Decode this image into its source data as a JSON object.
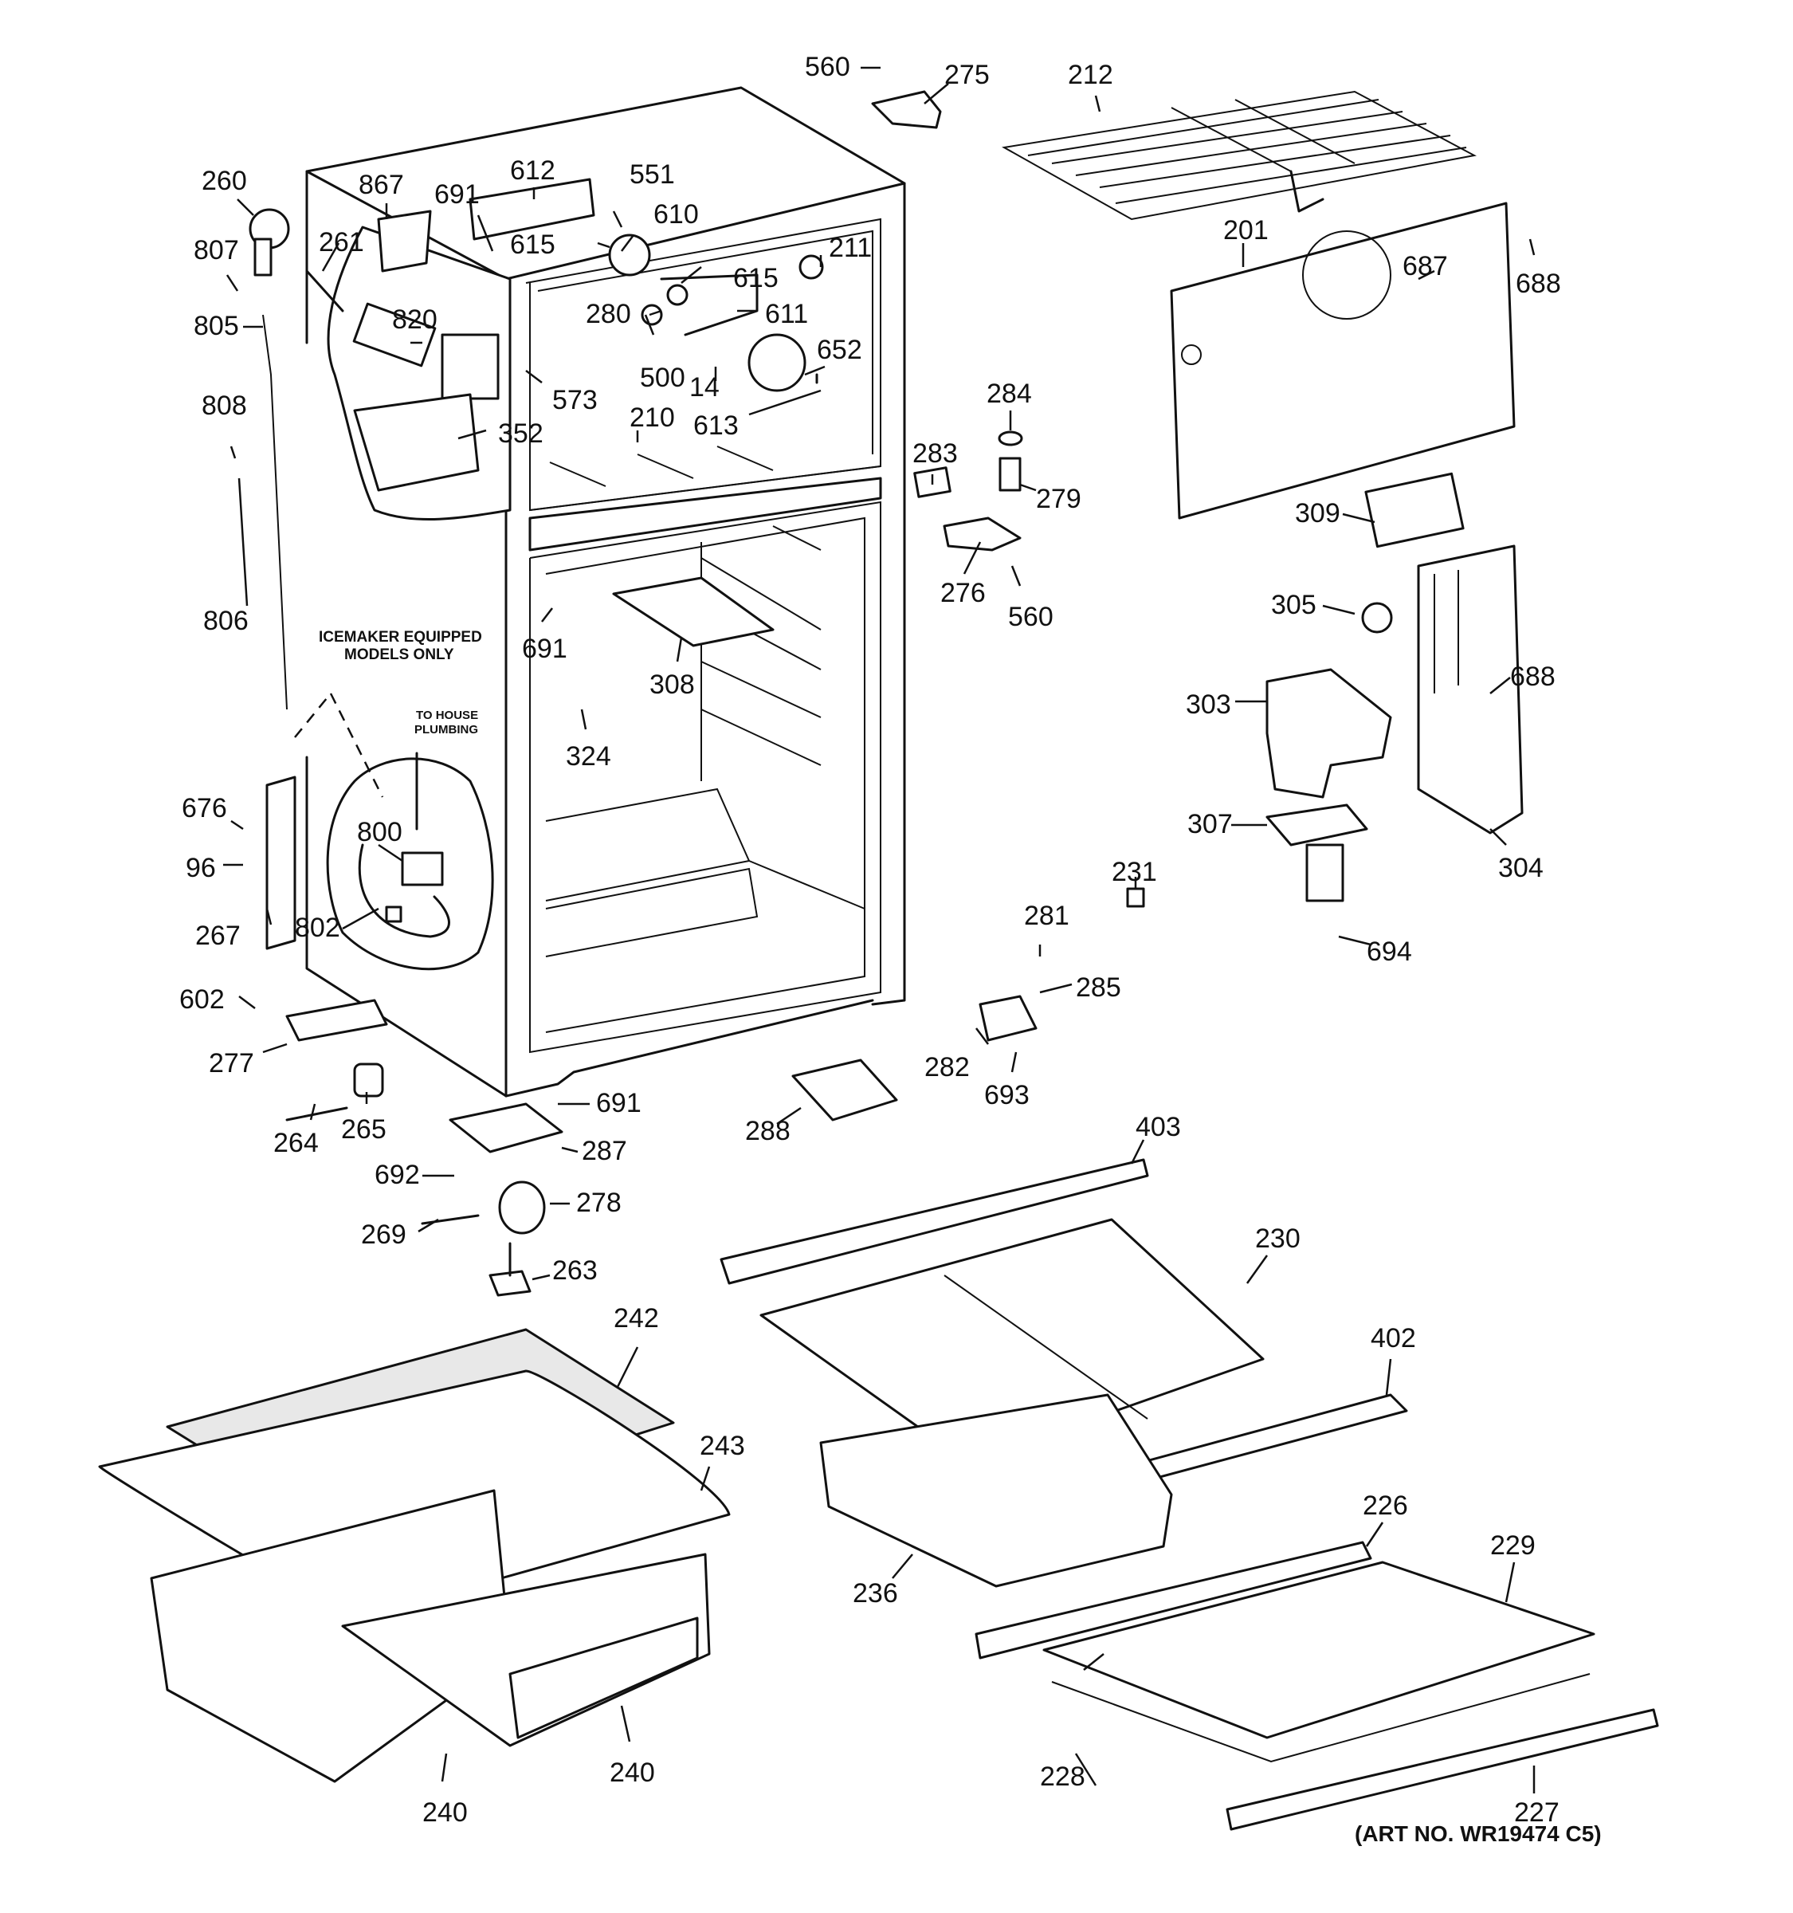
{
  "labels": {
    "p560a": "560",
    "p275": "275",
    "p212": "212",
    "p260": "260",
    "p867": "867",
    "p691a": "691",
    "p612": "612",
    "p551": "551",
    "p610": "610",
    "p615a": "615",
    "p615b": "615",
    "p211": "211",
    "p807": "807",
    "p261": "261",
    "p201": "201",
    "p687": "687",
    "p688a": "688",
    "p805": "805",
    "p820": "820",
    "p280": "280",
    "p611": "611",
    "p652": "652",
    "p573": "573",
    "p500": "500",
    "p14": "14",
    "p613": "613",
    "p284": "284",
    "p808": "808",
    "p352": "352",
    "p210": "210",
    "p283": "283",
    "p279": "279",
    "p309": "309",
    "p276": "276",
    "p560b": "560",
    "p305": "305",
    "p806": "806",
    "p691b": "691",
    "p308": "308",
    "p688b": "688",
    "p303": "303",
    "p324": "324",
    "p676": "676",
    "p800": "800",
    "p96": "96",
    "p307": "307",
    "p304": "304",
    "p231": "231",
    "p281": "281",
    "p267": "267",
    "p802": "802",
    "p694": "694",
    "p285": "285",
    "p602": "602",
    "p282": "282",
    "p277": "277",
    "p693": "693",
    "p691c": "691",
    "p264": "264",
    "p265": "265",
    "p287": "287",
    "p288": "288",
    "p403": "403",
    "p692": "692",
    "p278": "278",
    "p269": "269",
    "p230": "230",
    "p263": "263",
    "p242": "242",
    "p402": "402",
    "p243": "243",
    "p226": "226",
    "p236": "236",
    "p229": "229",
    "p240a": "240",
    "p240b": "240",
    "p228": "228",
    "p227": "227"
  },
  "notes": {
    "icemaker_line1": "ICEMAKER EQUIPPED",
    "icemaker_line2": "MODELS ONLY",
    "plumbing_line1": "TO HOUSE",
    "plumbing_line2": "PLUMBING"
  },
  "art_number": "(ART NO. WR19474 C5)"
}
